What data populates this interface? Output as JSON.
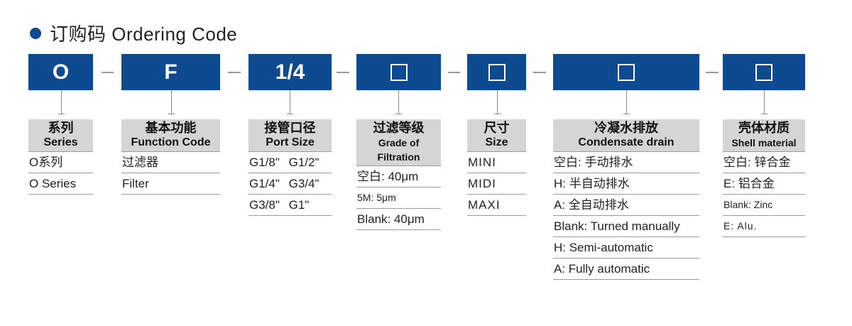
{
  "title": "订购码 Ordering Code",
  "codes": [
    "O",
    "F",
    "1/4",
    "□",
    "□",
    "□",
    "□"
  ],
  "columns": [
    {
      "cn": "系列",
      "en": "Series",
      "rows": [
        "O系列",
        "O Series"
      ]
    },
    {
      "cn": "基本功能",
      "en": "Function Code",
      "rows": [
        "过滤器",
        "Filter"
      ]
    },
    {
      "cn": "接管口径",
      "en": "Port Size",
      "rows": [
        "G1/8\"  G1/2\"",
        "G1/4\"  G3/4\"",
        "G3/8\"  G1\""
      ]
    },
    {
      "cn": "过滤等级",
      "en": "Grade of Filtration",
      "rows": [
        "空白: 40μm",
        "5M: 5μm",
        "Blank: 40μm"
      ]
    },
    {
      "cn": "尺寸",
      "en": "Size",
      "rows": [
        "MINI",
        "MIDI",
        "MAXI"
      ]
    },
    {
      "cn": "冷凝水排放",
      "en": "Condensate drain",
      "rows": [
        "空白: 手动排水",
        "H: 半自动排水",
        "A: 全自动排水",
        "Blank: Turned manually",
        "H: Semi-automatic",
        "A: Fully automatic"
      ]
    },
    {
      "cn": "壳体材质",
      "en": "Shell material",
      "rows": [
        "空白: 锌合金",
        "E: 铝合金",
        "Blank: Zinc",
        "E: Alu."
      ]
    }
  ],
  "colors": {
    "accent": "#0e4a8f",
    "header_bg": "#d5d5d5"
  }
}
